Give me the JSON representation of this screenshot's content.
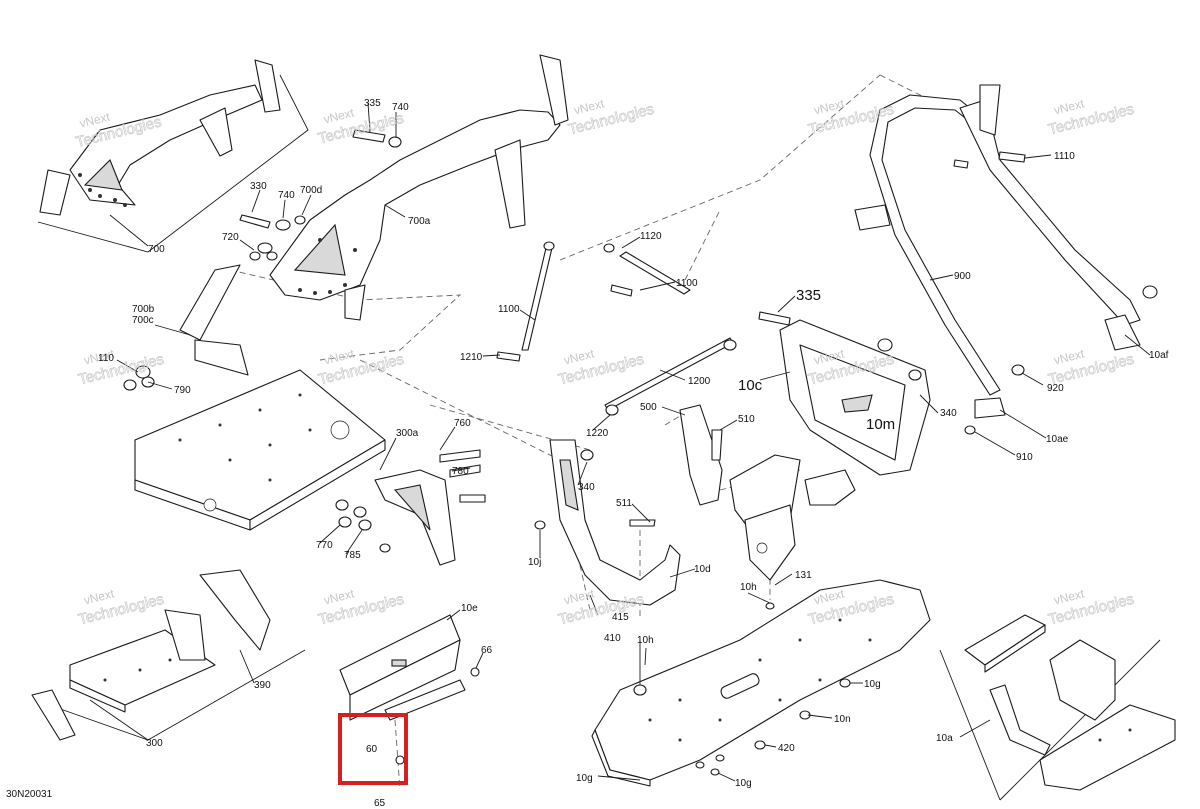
{
  "diagram_code": "30N20031",
  "watermark": {
    "line1": "vNext",
    "line2": "Technologies",
    "short": "vNext Technologies"
  },
  "highlight_color": "#d42020",
  "labels": {
    "l700": "700",
    "l700a": "700a",
    "l700b": "700b",
    "l700c": "700c",
    "l700d": "700d",
    "l335a": "335",
    "l740a": "740",
    "l330": "330",
    "l740b": "740",
    "l720": "720",
    "l110": "110",
    "l790": "790",
    "l300a": "300a",
    "l760": "760",
    "l780": "780",
    "l770": "770",
    "l785": "785",
    "l300": "300",
    "l390": "390",
    "l10e": "10e",
    "l66": "66",
    "l60": "60",
    "l65": "65",
    "l1100a": "1100",
    "l1210": "1210",
    "l1120": "1120",
    "l1100b": "1100",
    "l1200": "1200",
    "l1220": "1220",
    "l340a": "340",
    "l500": "500",
    "l510": "510",
    "l511": "511",
    "l10j": "10j",
    "l10d": "10d",
    "l415": "415",
    "l10h": "10h",
    "l131": "131",
    "l410": "410",
    "l10h2": "10h",
    "l10g": "10g",
    "l10n": "10n",
    "l420": "420",
    "l10g2": "10g",
    "l10g3": "10g",
    "l335b": "335",
    "l10c": "10c",
    "l10m": "10m",
    "l340b": "340",
    "l1110": "1110",
    "l900": "900",
    "l10af": "10af",
    "l920": "920",
    "l10ae": "10ae",
    "l910": "910",
    "l10a": "10a"
  }
}
